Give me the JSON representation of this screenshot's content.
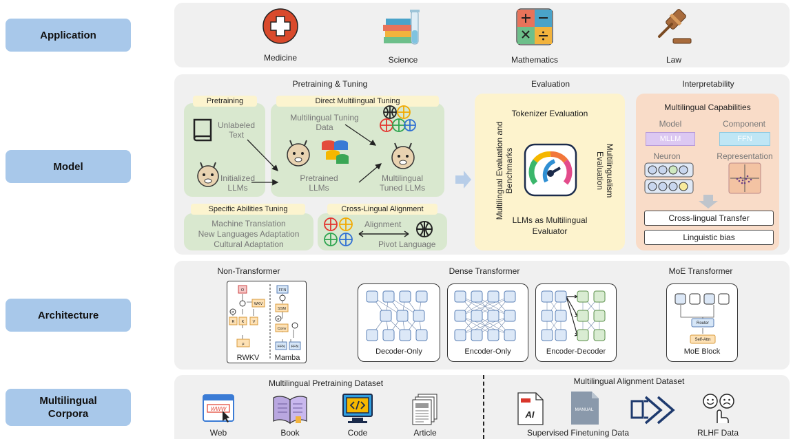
{
  "rows": {
    "application": "Application",
    "model": "Model",
    "architecture": "Architecture",
    "corpora": "Multilingual Corpora"
  },
  "application": {
    "items": [
      "Medicine",
      "Science",
      "Mathematics",
      "Law"
    ]
  },
  "model": {
    "pretraining_tuning_title": "Pretraining & Tuning",
    "pretraining_tag": "Pretraining",
    "unlabeled_text": "Unlabeled Text",
    "initialized_llms": "Initialized LLMs",
    "direct_tuning_tag": "Direct Multilingual Tuning",
    "tuning_data": "Multilingual Tuning Data",
    "pretrained_llms": "Pretrained LLMs",
    "tuned_llms": "Multilingual Tuned LLMs",
    "specific_tag": "Specific Abilities Tuning",
    "specific_items": [
      "Machine Translation",
      "New Languages Adaptation",
      "Cultural Adaptation"
    ],
    "cross_tag": "Cross-Lingual Alignment",
    "alignment": "Alignment",
    "pivot": "Pivot Language",
    "evaluation_title": "Evaluation",
    "tokenizer_eval": "Tokenizer Evaluation",
    "left_vertical": "Multilingual Evaluation and Benchmarks",
    "right_vertical": "Multilingualism Evaluation",
    "llm_evaluator": "LLMs as Multilingual Evaluator",
    "interp_title": "Interpretability",
    "capabilities": "Multilingual Capabilities",
    "model_label": "Model",
    "component_label": "Component",
    "mllm": "MLLM",
    "ffn": "FFN",
    "neuron": "Neuron",
    "representation": "Representation",
    "cross_transfer": "Cross-lingual Transfer",
    "ling_bias": "Linguistic bias"
  },
  "architecture": {
    "non_transformer": "Non-Transformer",
    "dense": "Dense Transformer",
    "moe": "MoE Transformer",
    "rwkv": "RWKV",
    "mamba": "Mamba",
    "decoder_only": "Decoder-Only",
    "encoder_only": "Encoder-Only",
    "encoder_decoder": "Encoder-Decoder",
    "moe_block": "MoE Block",
    "router": "Router",
    "self_attn": "Self-Attn",
    "rwkv_labels": {
      "o": "O",
      "wkv": "WKV",
      "r": "R",
      "k": "K",
      "v": "V",
      "mu": "μ",
      "sigma": "σ"
    },
    "mamba_labels": {
      "ffn_top": "FFN",
      "ssm": "SSM",
      "conv": "Conv",
      "ffn_a": "FFN",
      "ffn_b": "FFN",
      "sigma": "σ"
    }
  },
  "corpora": {
    "pretraining_title": "Multilingual Pretraining Dataset",
    "alignment_title": "Multilingual Alignment Dataset",
    "items": [
      "Web",
      "Book",
      "Code",
      "Article"
    ],
    "sft": "Supervised Finetuning Data",
    "rlhf": "RLHF Data",
    "www": "WWW",
    "ai": "AI",
    "manual": "MANUAL"
  },
  "colors": {
    "row_label_bg": "#a8c8ea",
    "panel_bg": "#f0f0f0",
    "green_box": "#d9e8cf",
    "yellow_box": "#fdf3cd",
    "peach_box": "#f9dcc8",
    "mllm_purple": "#dcc8f2",
    "ffn_blue": "#bfe6f5"
  }
}
